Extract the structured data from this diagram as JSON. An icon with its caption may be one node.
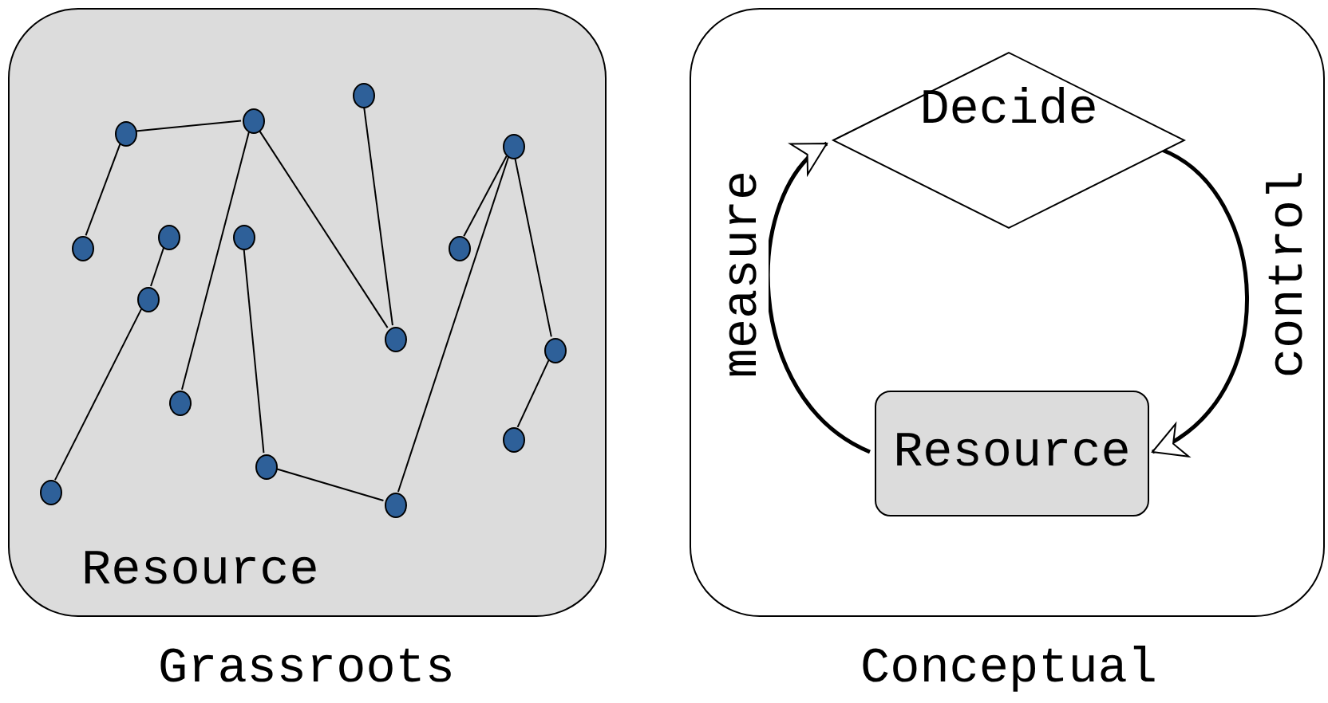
{
  "diagram": {
    "nodes": [
      {
        "text": [
          "Resource"
        ]
      },
      {
        "text": [],
        "shape": "circle",
        "in": 0
      },
      {
        "text": [],
        "shape": "circle",
        "in": 0
      },
      {
        "text": [],
        "shape": "circle",
        "in": 0
      },
      {
        "text": [],
        "shape": "circle",
        "in": 0
      },
      {
        "text": [],
        "shape": "circle",
        "in": 0
      },
      {
        "text": [],
        "shape": "circle",
        "in": 0
      },
      {
        "text": [],
        "shape": "circle",
        "in": 0
      },
      {
        "text": [],
        "shape": "circle",
        "in": 0
      },
      {
        "text": [],
        "shape": "circle",
        "in": 0
      },
      {
        "text": [],
        "shape": "circle",
        "in": 0
      },
      {
        "text": [],
        "shape": "circle",
        "in": 0
      },
      {
        "text": [],
        "shape": "circle",
        "in": 0
      },
      {
        "text": [],
        "shape": "circle",
        "in": 0
      },
      {
        "text": [],
        "shape": "circle",
        "in": 0
      },
      {
        "text": [],
        "shape": "circle",
        "in": 0
      },
      {
        "text": [],
        "shape": "circle",
        "in": 0
      },
      {
        "text": [],
        "shape": "box"
      },
      {
        "text": [
          "Decide"
        ],
        "in": 17
      },
      {
        "text": [
          "Resource"
        ],
        "in": 17
      }
    ],
    "edges": [
      {
        "from": 7,
        "to": 3,
        "arrow": "none"
      },
      {
        "from": 3,
        "to": 2,
        "arrow": "none"
      },
      {
        "from": 2,
        "to": 12,
        "arrow": "none"
      },
      {
        "from": 2,
        "to": 10,
        "arrow": "none"
      },
      {
        "from": 1,
        "to": 10,
        "arrow": "none"
      },
      {
        "from": 5,
        "to": 9,
        "arrow": "none"
      },
      {
        "from": 9,
        "to": 15,
        "arrow": "none"
      },
      {
        "from": 6,
        "to": 14,
        "arrow": "none"
      },
      {
        "from": 14,
        "to": 16,
        "arrow": "none"
      },
      {
        "from": 16,
        "to": 4,
        "arrow": "none"
      },
      {
        "from": 4,
        "to": 8,
        "arrow": "none"
      },
      {
        "from": 4,
        "to": 11,
        "arrow": "none"
      },
      {
        "from": 11,
        "to": 13,
        "arrow": "none"
      },
      {
        "from": 18,
        "to": 19,
        "arrow": "to",
        "label": "control",
        "style": "thick"
      },
      {
        "from": 19,
        "to": 18,
        "arrow": "to",
        "label": "measure",
        "style": "thick"
      }
    ],
    "labels": [
      "Grassroots",
      "Conceptual"
    ]
  }
}
